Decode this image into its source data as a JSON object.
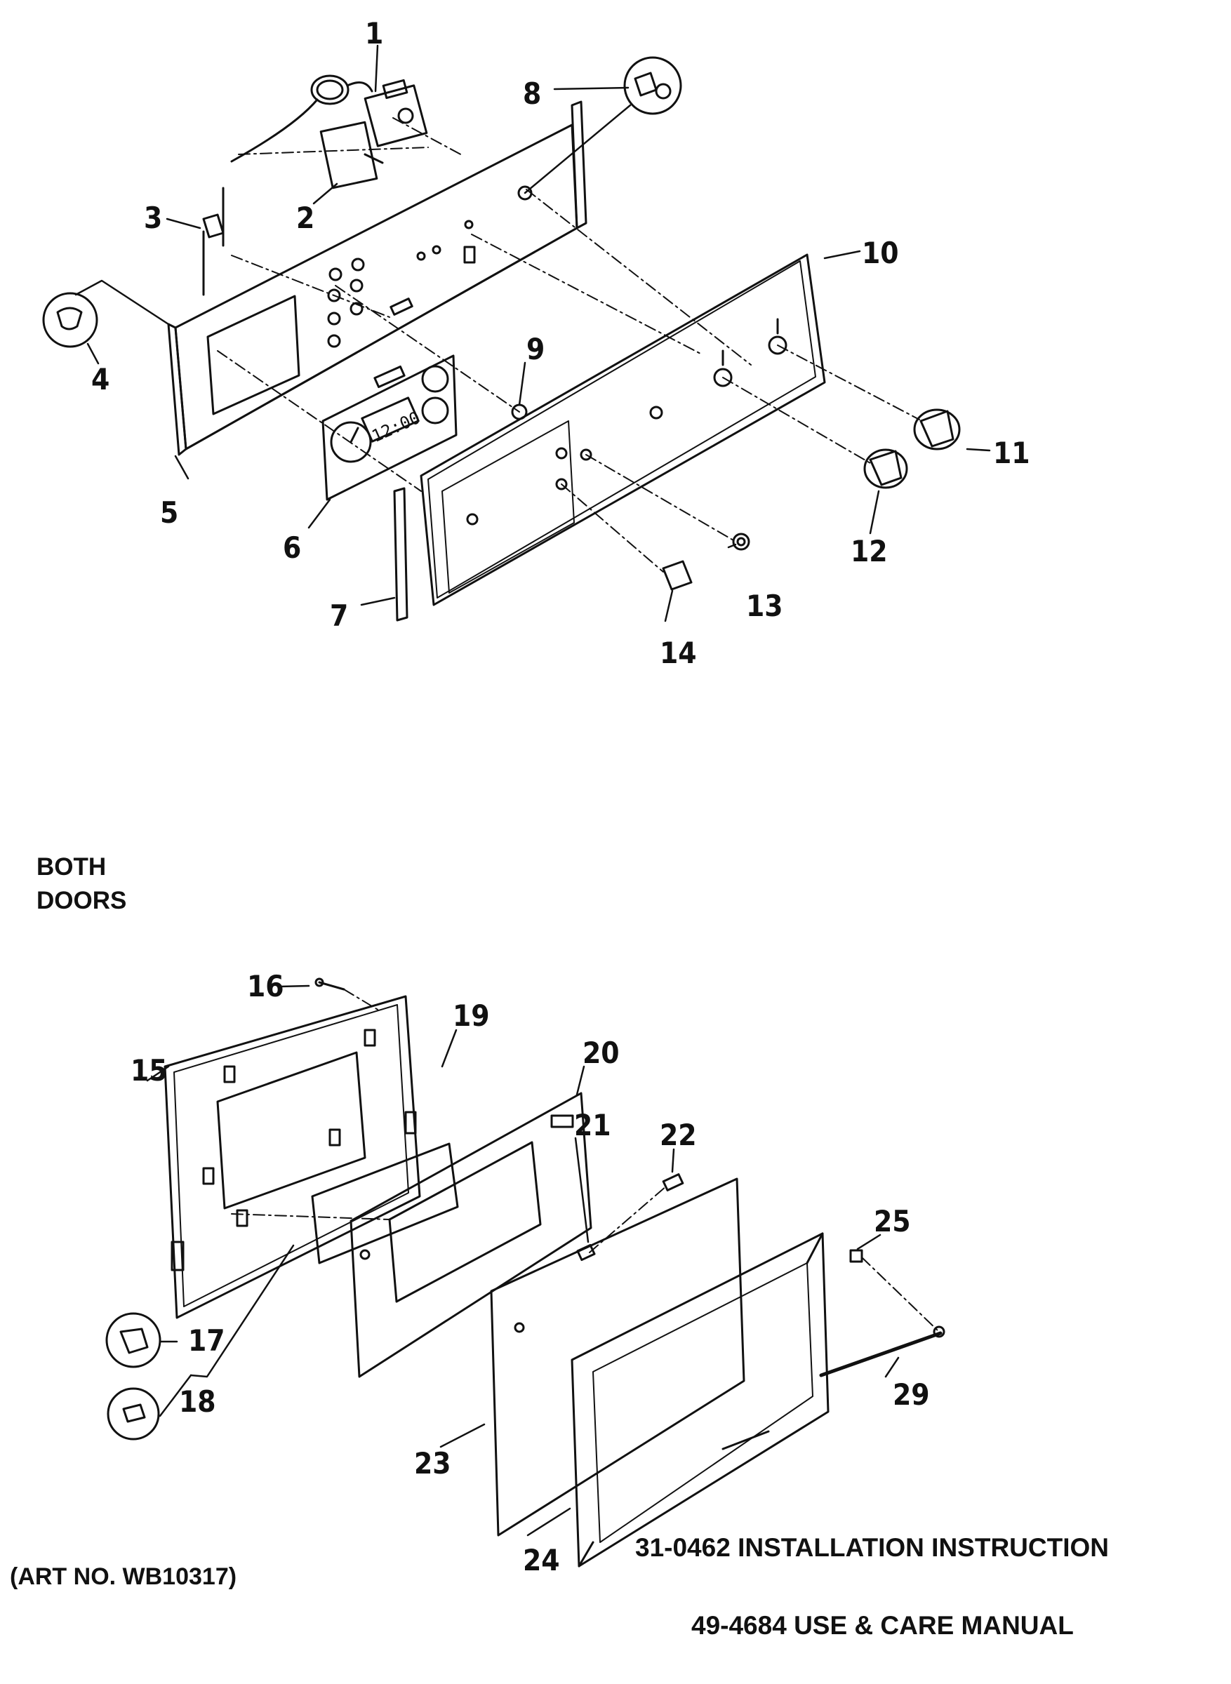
{
  "captions": {
    "both_doors": "BOTH\nDOORS",
    "art_no": "(ART NO. WB10317)",
    "ref_installation": "31-0462 INSTALLATION INSTRUCTION",
    "ref_use_care": "49-4684 USE & CARE MANUAL"
  },
  "panel_display": "12:00",
  "control_panel_callouts": [
    "1",
    "2",
    "3",
    "4",
    "5",
    "6",
    "7",
    "8",
    "9",
    "10",
    "11",
    "12",
    "13",
    "14"
  ],
  "door_callouts": [
    "15",
    "16",
    "17",
    "18",
    "19",
    "20",
    "21",
    "22",
    "23",
    "24",
    "25",
    "29"
  ]
}
